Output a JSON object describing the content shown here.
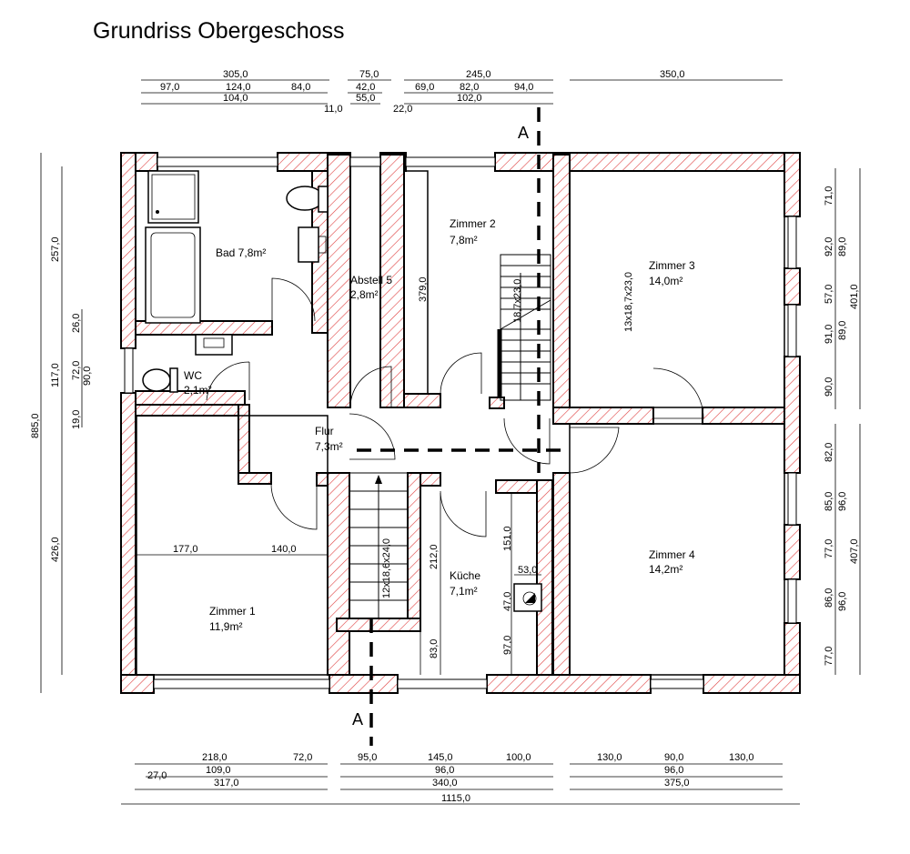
{
  "title": "Grundriss Obergeschoss",
  "section_label": "A",
  "rooms": {
    "bad": {
      "name": "Bad 7,8m²"
    },
    "abstell": {
      "name": "Abstell 5",
      "area": "2,8m²"
    },
    "zimmer2": {
      "name": "Zimmer 2",
      "area": "7,8m²"
    },
    "zimmer3": {
      "name": "Zimmer 3",
      "area": "14,0m²"
    },
    "wc": {
      "name": "WC",
      "area": "2,1m²"
    },
    "flur": {
      "name": "Flur",
      "area": "7,3m²"
    },
    "zimmer1": {
      "name": "Zimmer 1",
      "area": "11,9m²"
    },
    "kueche": {
      "name": "Küche",
      "area": "7,1m²"
    },
    "zimmer4": {
      "name": "Zimmer 4",
      "area": "14,2m²"
    }
  },
  "stairs": {
    "upper_small": "18,7x23,0",
    "zimmer3": "13x18,7x23,0",
    "lower": "12x18,6x24,0"
  },
  "top_dims": {
    "row1": [
      "305,0",
      "75,0",
      "245,0",
      "350,0"
    ],
    "row2": [
      "97,0",
      "124,0",
      "84,0",
      "42,0",
      "69,0",
      "82,0",
      "94,0"
    ],
    "row3": [
      "104,0",
      "55,0",
      "102,0"
    ],
    "row4": [
      "11,0",
      "22,0"
    ]
  },
  "bottom_dims": {
    "row1": [
      "218,0",
      "72,0",
      "95,0",
      "145,0",
      "100,0",
      "130,0",
      "90,0",
      "130,0"
    ],
    "row2": [
      "27,0",
      "109,0",
      "96,0",
      "96,0"
    ],
    "row3": [
      "317,0",
      "340,0",
      "375,0"
    ],
    "row4": [
      "1115,0"
    ]
  },
  "left_dims": [
    "885,0",
    "257,0",
    "26,0",
    "117,0",
    "72,0",
    "90,0",
    "19,0",
    "426,0"
  ],
  "right_dims": [
    "71,0",
    "92,0",
    "89,0",
    "57,0",
    "91,0",
    "89,0",
    "90,0",
    "401,0",
    "82,0",
    "85,0",
    "96,0",
    "77,0",
    "86,0",
    "96,0",
    "77,0",
    "407,0"
  ],
  "inner_dims": {
    "zimmer1_a": "177,0",
    "zimmer1_b": "140,0",
    "zimmer2_h": "379,0",
    "kueche_h": "212,0",
    "kueche_low": "83,0",
    "kueche_151": "151,0",
    "kueche_53": "53,0",
    "kueche_47": "47,0",
    "kueche_97": "97,0"
  }
}
